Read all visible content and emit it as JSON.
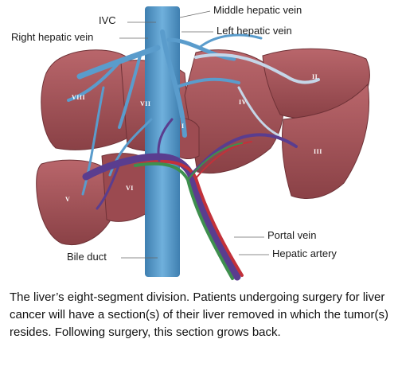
{
  "labels": {
    "ivc": "IVC",
    "middle_hepatic_vein": "Middle hepatic vein",
    "right_hepatic_vein": "Right hepatic vein",
    "left_hepatic_vein": "Left hepatic vein",
    "portal_vein": "Portal vein",
    "hepatic_artery": "Hepatic artery",
    "bile_duct": "Bile duct"
  },
  "segments": {
    "s1": "I",
    "s2": "II",
    "s3": "III",
    "s4": "IV",
    "s5": "V",
    "s6": "VI",
    "s7": "VII",
    "s8": "VIII"
  },
  "caption": "The liver’s eight-segment division. Patients undergoing surgery for liver cancer will have a section(s) of their liver removed in which the tumor(s) resides. Following surgery, this section grows back.",
  "colors": {
    "liver": "#a9565b",
    "liver_dark": "#7e3a40",
    "vein": "#4f93c4",
    "portal_vein": "#5a3d8f",
    "hepatic_artery": "#c2313a",
    "bile_duct": "#3e8f4e"
  }
}
